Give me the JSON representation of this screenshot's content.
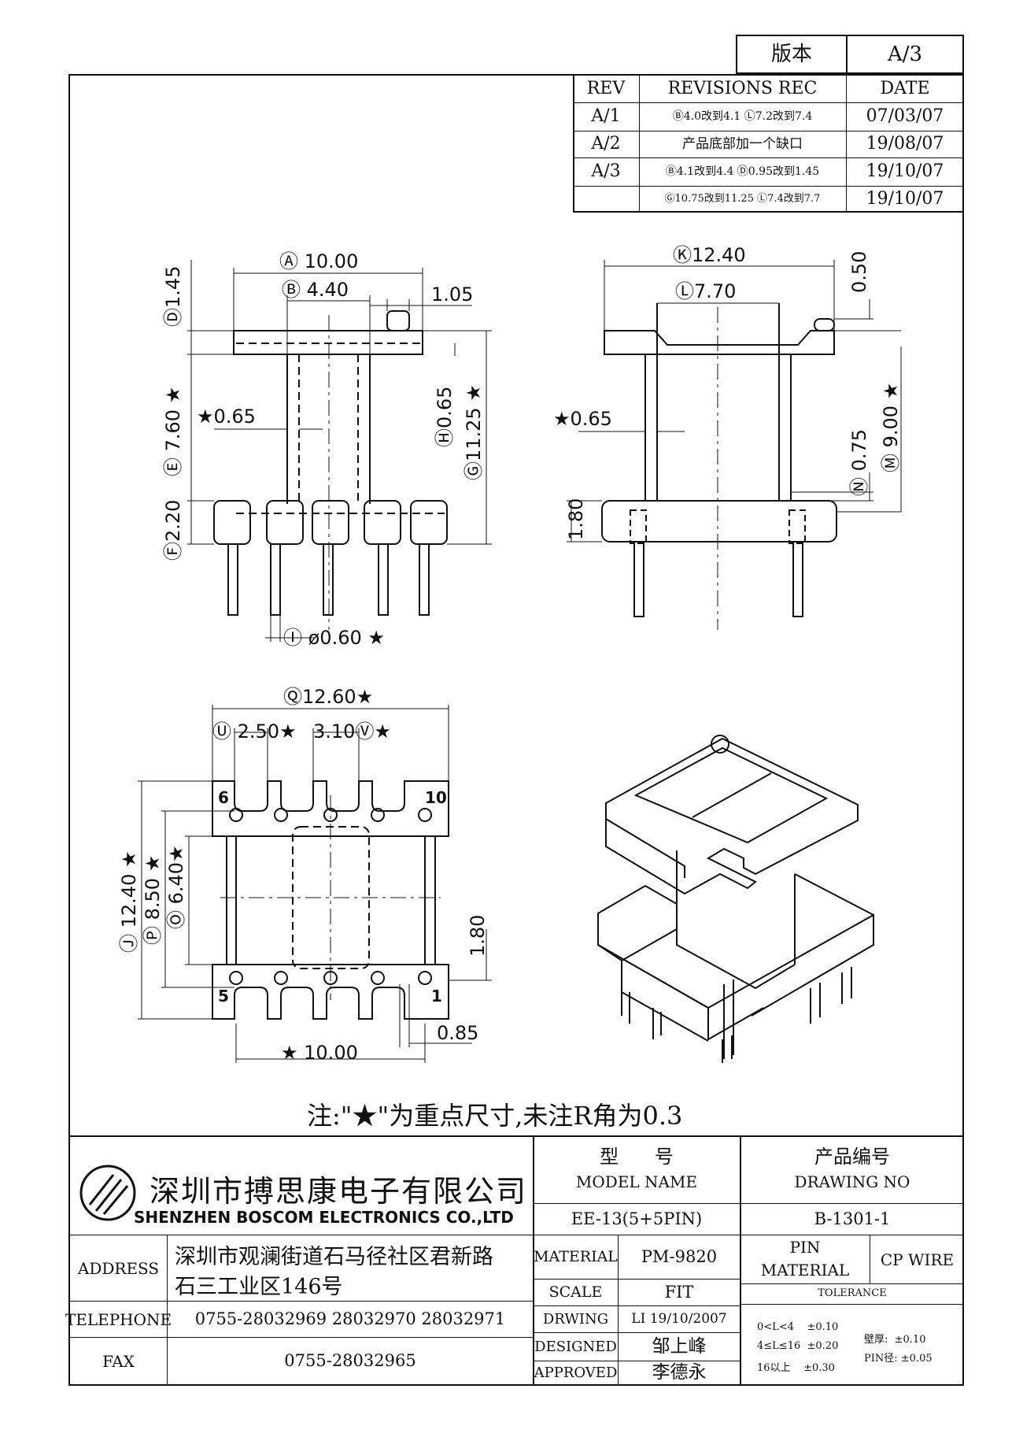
{
  "version_box": {
    "label": "版本",
    "value": "A/3"
  },
  "revisions": {
    "headers": {
      "rev": "REV",
      "rec": "REVISIONS REC",
      "date": "DATE"
    },
    "rows": [
      {
        "rev": "A/1",
        "rec": "Ⓑ4.0改到4.1 Ⓛ7.2改到7.4",
        "date": "07/03/07"
      },
      {
        "rev": "A/2",
        "rec": "产品底部加一个缺口",
        "date": "19/08/07"
      },
      {
        "rev": "A/3",
        "rec": "Ⓑ4.1改到4.4 Ⓓ0.95改到1.45",
        "date": "19/10/07"
      },
      {
        "rev": "",
        "rec": "Ⓖ10.75改到11.25 Ⓛ7.4改到7.7",
        "date": "19/10/07"
      }
    ]
  },
  "dimensions": {
    "front": {
      "A": "Ⓐ 10.00",
      "B": "Ⓑ 4.40",
      "c105": "1.05",
      "D": "Ⓓ1.45",
      "E": "Ⓔ 7.60 ★",
      "s065": "★0.65",
      "H": "Ⓗ0.65",
      "G": "Ⓖ11.25 ★",
      "F": "Ⓕ2.20",
      "I": "Ⓘ ø0.60 ★"
    },
    "side": {
      "K": "Ⓚ12.40",
      "L": "Ⓛ7.70",
      "c050": "0.50",
      "s065": "★0.65",
      "M": "Ⓜ 9.00 ★",
      "N": "Ⓝ 0.75",
      "c180": "1.80"
    },
    "bottom": {
      "Q": "Ⓠ12.60★",
      "U": "Ⓤ 2.50★",
      "V": "3.10Ⓥ★",
      "J": "Ⓙ 12.40 ★",
      "P": "Ⓟ 8.50 ★",
      "O": "Ⓞ 6.40★",
      "c180": "1.80",
      "c085": "0.85",
      "s1000": "★ 10.00",
      "pin6": "6",
      "pin10": "10",
      "pin5": "5",
      "pin1": "1"
    }
  },
  "note": "注:\"★\"为重点尺寸,未注R角为0.3",
  "title_block": {
    "company_cn": "深圳市搏思康电子有限公司",
    "company_en": "SHENZHEN BOSCOM ELECTRONICS CO.,LTD",
    "address_label": "ADDRESS",
    "address_line1": "深圳市观澜街道石马径社区君新路",
    "address_line2": "石三工业区146号",
    "telephone_label": "TELEPHONE",
    "telephone": "0755-28032969 28032970 28032971",
    "fax_label": "FAX",
    "fax": "0755-28032965",
    "model_cn": "型      号",
    "model_en": "MODEL NAME",
    "drawing_cn": "产品编号",
    "drawing_en": "DRAWING NO",
    "model_value": "EE-13(5+5PIN)",
    "drawing_value": "B-1301-1",
    "material_label": "MATERIAL",
    "material_value": "PM-9820",
    "pin_material_label1": "PIN",
    "pin_material_label2": "MATERIAL",
    "pin_material_value": "CP WIRE",
    "scale_label": "SCALE",
    "scale_value": "FIT",
    "tolerance_label": "TOLERANCE",
    "drawing_label": "DRWING",
    "drawing_date": "LI 19/10/2007",
    "designed_label": "DESIGNED",
    "designed_value": "邹上峰",
    "approved_label": "APPROVED",
    "approved_value": "李德永",
    "tol1": "0<L<4    ±0.10",
    "tol2": "4≤L≤16  ±0.20",
    "tol3": "16以上    ±0.30",
    "wall": "壁厚:  ±0.10",
    "pin_dia": "PIN径: ±0.05"
  }
}
